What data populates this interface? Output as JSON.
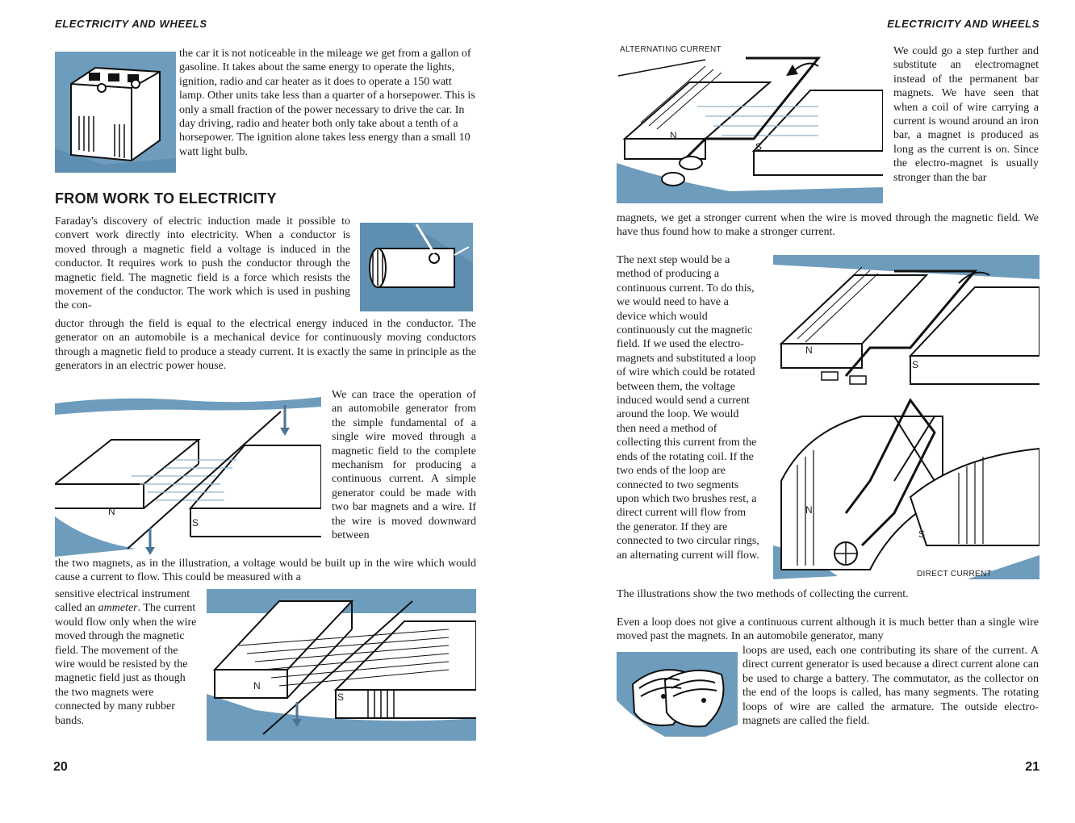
{
  "left_page": {
    "running_head": "ELECTRICITY AND WHEELS",
    "page_number": "20",
    "para_battery": "the car it is not noticeable in the mileage we get from a gallon of gasoline. It takes about the same energy to operate the lights, ignition, radio and car heater as it does to operate a 150 watt lamp. Other units take less than a quarter of a horsepower. This is only a small fraction of the power necessary to drive the car. In day driving, radio and heater both only take about a tenth of a horsepower. The ignition alone takes less energy than a small 10 watt light bulb.",
    "section_heading": "FROM WORK TO ELECTRICITY",
    "para_induction_a": "Faraday's discovery of electric induction made it possible to convert work directly into electricity. When a conductor is moved through a magnetic field a voltage is induced in the conductor. It requires work to push the conductor through the magnetic field. The magnetic field is a force which resists the movement of the conductor. The work which is used in pushing the con-",
    "para_induction_b": "ductor through the field is equal to the electrical energy induced in the conductor. The generator on an automobile is a mechanical device for continuously moving conductors through a magnetic field to produce a steady current. It is exactly the same in principle as the generators in an electric power house.",
    "para_trace": "We can trace the operation of an automobile generator from the simple fundamental of a single wire moved through a magnetic field to the complete mechanism for producing a continuous current. A simple generator could be made with two bar magnets and a wire. If the wire is moved downward between",
    "para_trace_cont": "the two magnets, as in the illustration, a voltage would be built up in the wire which would cause a current to flow. This could be measured with a",
    "para_ammeter_pre": "sensitive electrical instrument called an ",
    "para_ammeter_word": "ammeter",
    "para_ammeter_post": ". The current would flow only when the wire moved through the magnetic field. The movement of the wire would be resisted by the magnetic field just as though the two magnets were connected by many rubber bands.",
    "fig1": {
      "north": "N",
      "south": "S"
    },
    "fig2": {
      "north": "N",
      "south": "S"
    }
  },
  "right_page": {
    "running_head": "ELECTRICITY AND WHEELS",
    "page_number": "21",
    "fig_ac": {
      "label": "ALTERNATING CURRENT",
      "north": "N",
      "south": "S"
    },
    "para_electromagnet": "We could go a step further and substitute an electromagnet instead of the permanent bar magnets. We have seen that when a coil of wire carrying a current is wound around an iron bar, a magnet is produced as long as the current is on. Since the electro-magnet is usually stronger than the bar",
    "para_electromagnet_cont": "magnets, we get a stronger current when the wire is moved through the magnetic field. We have thus found how to make a stronger current.",
    "para_next_step": "The next step would be a method of producing a continuous current. To do this, we would need to have a device which would continuously cut the magnetic field. If we used the electro-magnets and substituted a loop of wire which could be rotated between them, the voltage induced would send a current around the loop. We would then need a method of collecting this current from the ends of the rotating coil. If the two ends of the loop are connected to two segments upon which two brushes rest, a direct current will flow from the generator. If they are connected to two circular rings, an alternating current will flow.",
    "para_next_step_cont": "The illustrations show the two methods of collecting the current.",
    "fig_dc": {
      "label": "DIRECT CURRENT",
      "north": "N",
      "south": "S"
    },
    "para_loop_a": "Even a loop does not give a continuous current although it is much better than a single wire moved past the magnets. In an automobile generator, many",
    "para_loop_b": "loops are used, each one contributing its share of the current. A direct current generator is used because a direct current alone can be used to charge a battery. The commutator, as the collector on the end of the loops is called, has many segments. The rotating loops of wire are called the armature. The outside electro-magnets are called the field."
  },
  "colors": {
    "ink": "#1a1a1a",
    "illustration_blue": "#5f8fb0",
    "light_blue": "#a9c6da",
    "paper": "#ffffff"
  }
}
